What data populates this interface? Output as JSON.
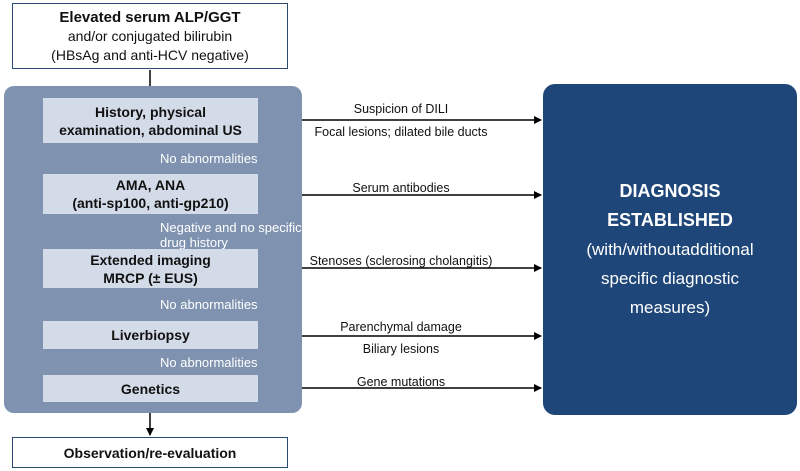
{
  "start": {
    "line1": "Elevated serum ALP/GGT",
    "line2": "and/or conjugated bilirubin",
    "line3": "(HBsAg and anti-HCV negative)"
  },
  "steps": [
    {
      "line1": "History, physical",
      "line2": "examination, abdominal US"
    },
    {
      "line1": "AMA, ANA",
      "line2": "(anti-sp100, anti-gp210)"
    },
    {
      "line1": "Extended imaging",
      "line2": "MRCP (± EUS)"
    },
    {
      "line1": "Liverbiopsy",
      "line2": ""
    },
    {
      "line1": "Genetics",
      "line2": ""
    }
  ],
  "transitions": {
    "t1": "No abnormalities",
    "t2_line1": "Negative and no specific",
    "t2_line2": "drug history",
    "t3": "No abnormalities",
    "t4": "No abnormalities"
  },
  "findings": {
    "history_above": "Suspicion of DILI",
    "history_below": "Focal lesions; dilated bile ducts",
    "antibodies": "Serum antibodies",
    "imaging": "Stenoses (sclerosing cholangitis)",
    "biopsy_above": "Parenchymal damage",
    "biopsy_below": "Biliary lesions",
    "genetics": "Gene mutations"
  },
  "diagnosis": {
    "line1": "DIAGNOSIS",
    "line2": "ESTABLISHED",
    "line3": "(with/withoutadditional",
    "line4": "specific diagnostic",
    "line5": "measures)"
  },
  "end": {
    "label": "Observation/re-evaluation"
  },
  "colors": {
    "panel": "#7f93b0",
    "step_box": "#d3dbe8",
    "diagnosis_box": "#1f4678",
    "border": "#2b4a73",
    "arrow": "#000000"
  }
}
